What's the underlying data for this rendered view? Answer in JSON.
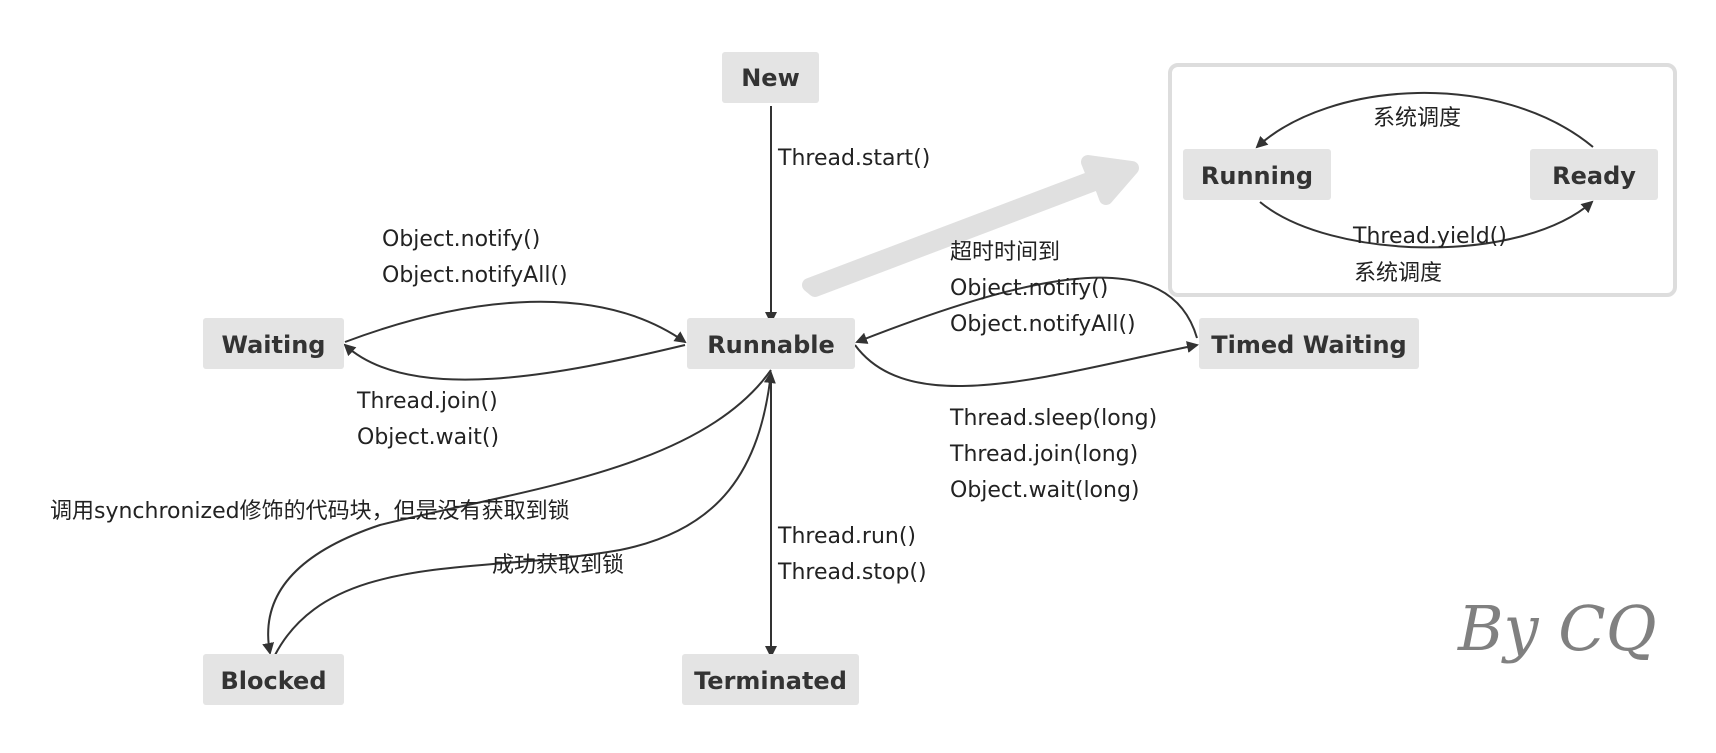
{
  "states": {
    "new": "New",
    "runnable": "Runnable",
    "waiting": "Waiting",
    "timed_waiting": "Timed Waiting",
    "blocked": "Blocked",
    "terminated": "Terminated",
    "running": "Running",
    "ready": "Ready"
  },
  "transitions": {
    "new_to_runnable": [
      "Thread.start()"
    ],
    "runnable_to_waiting": [
      "Thread.join()",
      "Object.wait()"
    ],
    "waiting_to_runnable": [
      "Object.notify()",
      "Object.notifyAll()"
    ],
    "runnable_to_timed_waiting": [
      "Thread.sleep(long)",
      "Thread.join(long)",
      "Object.wait(long)"
    ],
    "timed_waiting_to_runnable": [
      "超时时间到",
      "Object.notify()",
      "Object.notifyAll()"
    ],
    "runnable_to_blocked": [
      "调用synchronized修饰的代码块，但是没有获取到锁"
    ],
    "blocked_to_runnable": [
      "成功获取到锁"
    ],
    "runnable_to_terminated": [
      "Thread.run()",
      "Thread.stop()"
    ],
    "ready_to_running": [
      "系统调度"
    ],
    "running_to_ready": [
      "Thread.yield()",
      "系统调度"
    ]
  },
  "signature": "By CQ",
  "colors": {
    "state_fill": "#e4e4e4",
    "state_text": "#333333",
    "edge": "#333333",
    "group_border": "#dddddd",
    "highlight_arrow": "#e0e0e0",
    "signature": "#808080"
  }
}
